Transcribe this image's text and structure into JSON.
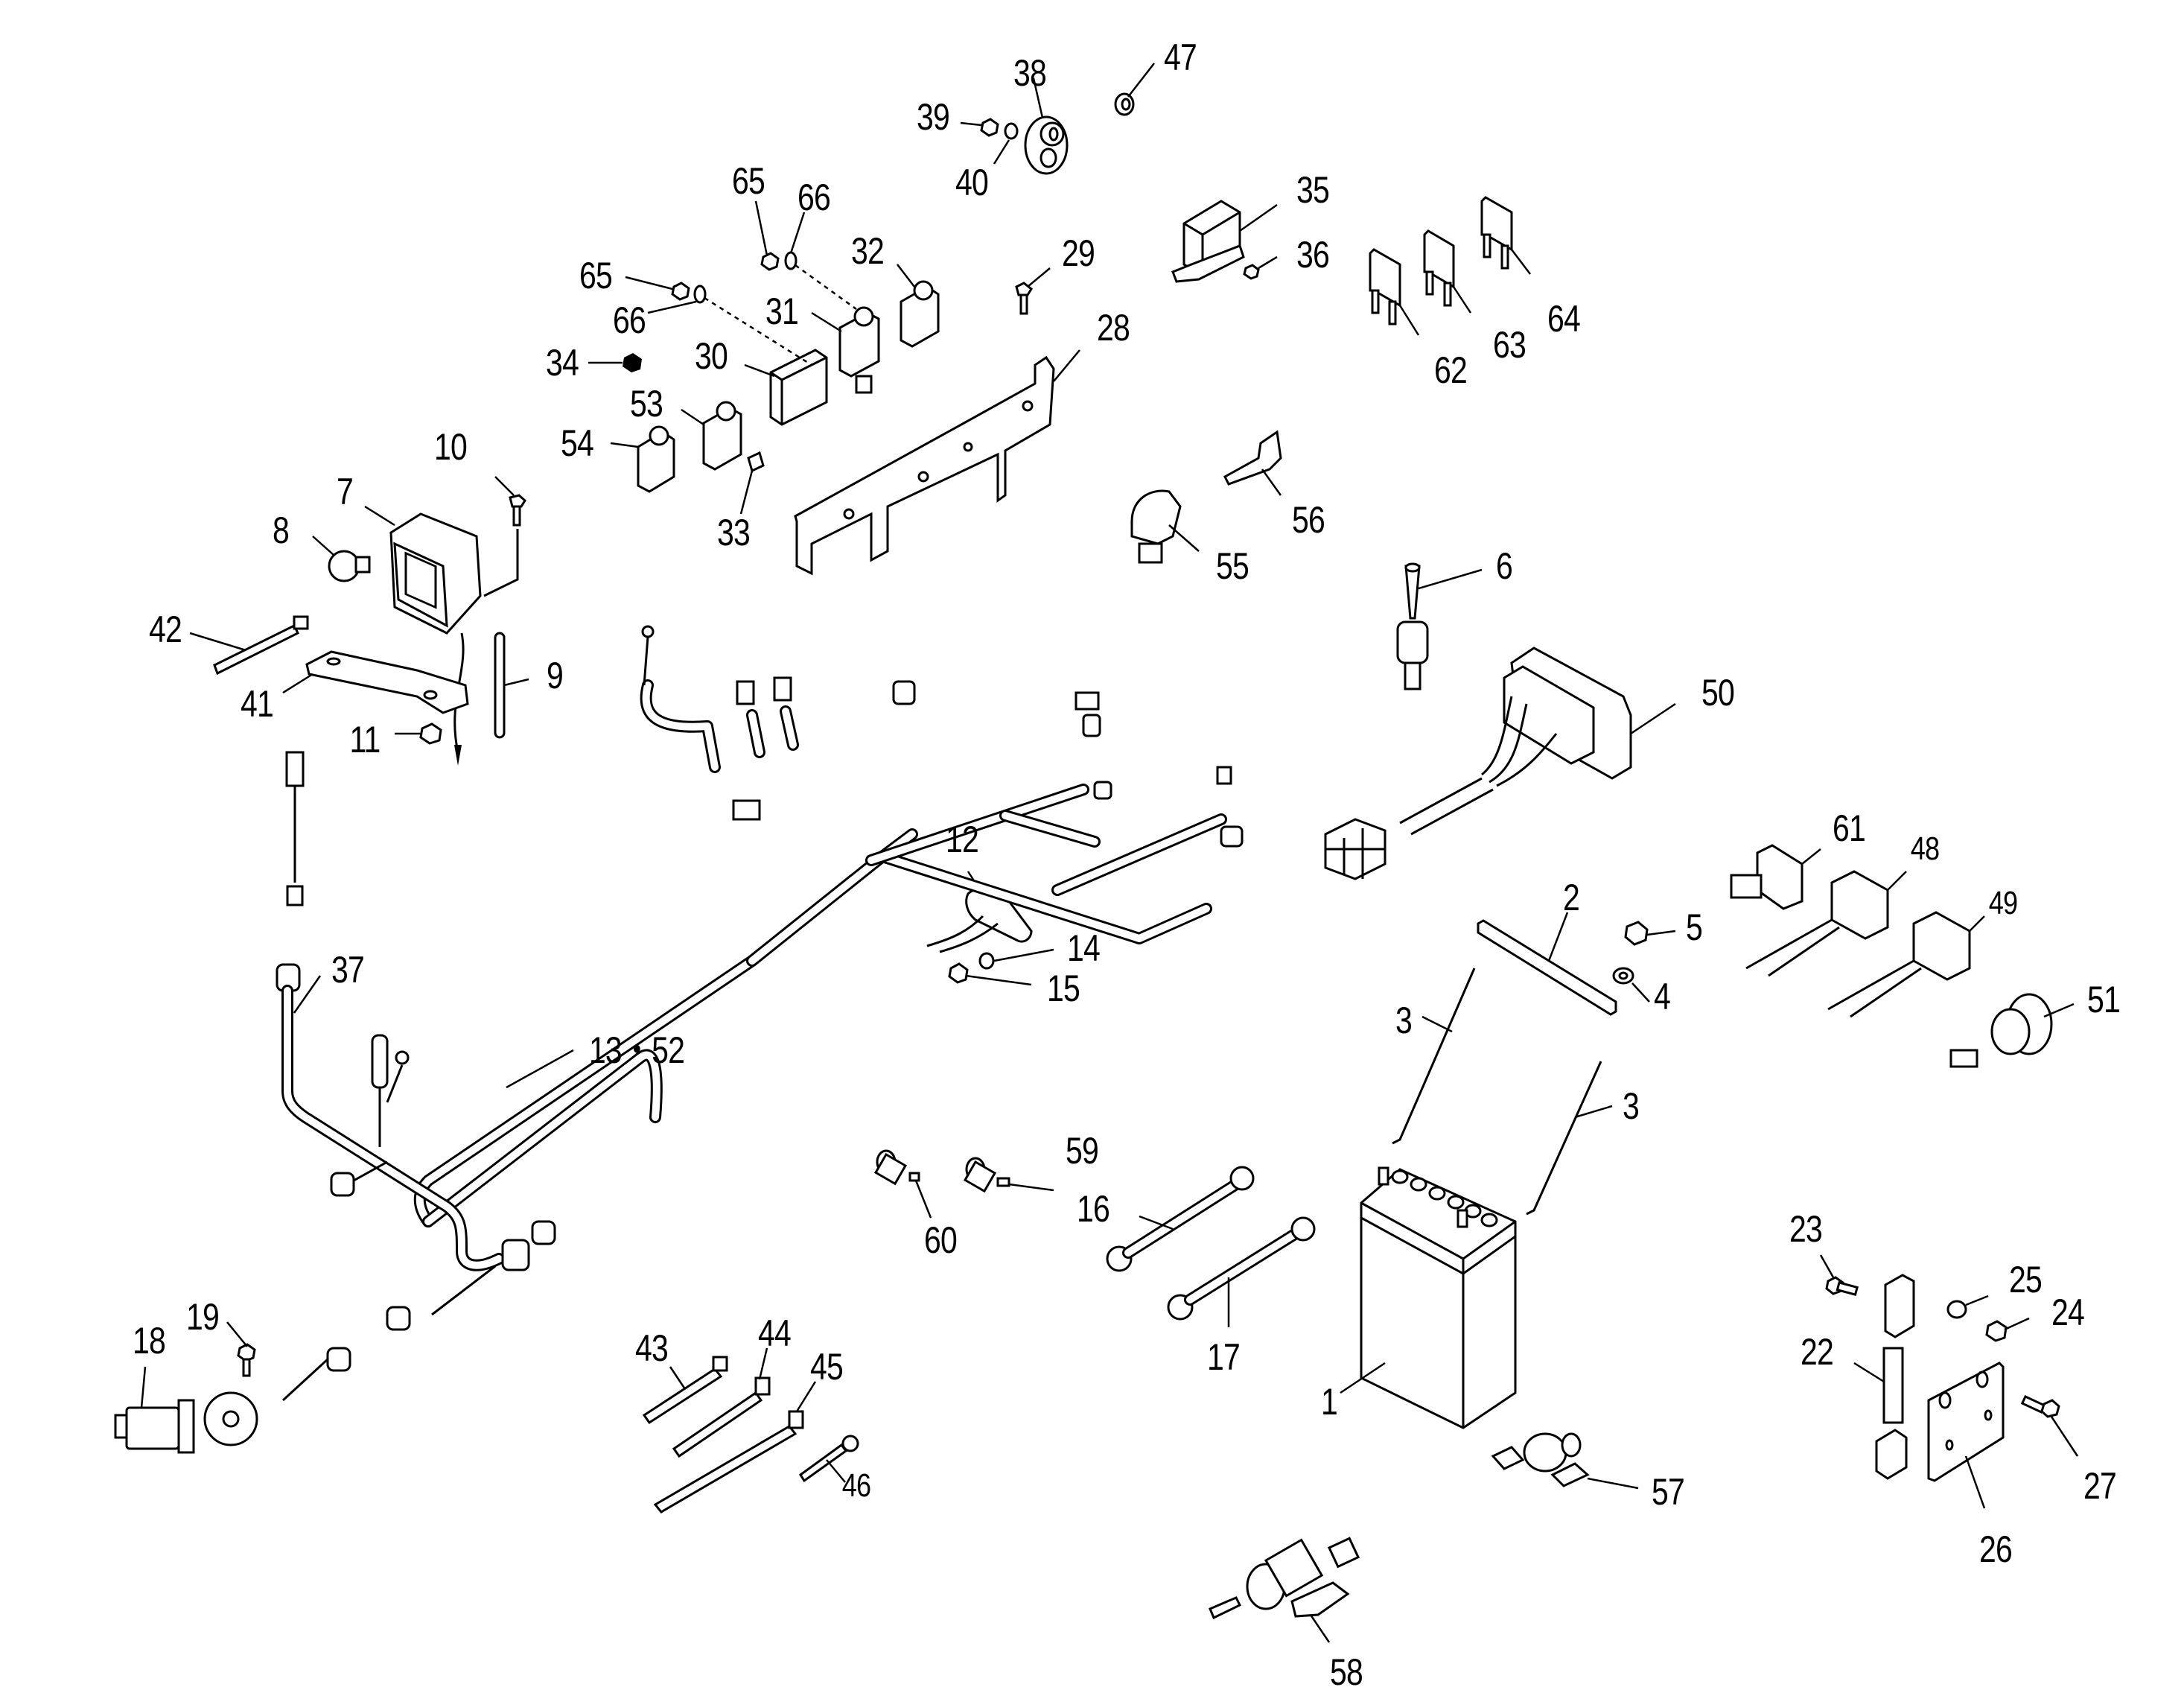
{
  "title": "Electrical components exploded parts diagram",
  "callouts": [
    {
      "id": "1",
      "label": "1"
    },
    {
      "id": "2",
      "label": "2"
    },
    {
      "id": "3a",
      "label": "3"
    },
    {
      "id": "3b",
      "label": "3"
    },
    {
      "id": "4",
      "label": "4"
    },
    {
      "id": "5",
      "label": "5"
    },
    {
      "id": "6",
      "label": "6"
    },
    {
      "id": "7",
      "label": "7"
    },
    {
      "id": "8",
      "label": "8"
    },
    {
      "id": "9",
      "label": "9"
    },
    {
      "id": "10",
      "label": "10"
    },
    {
      "id": "11",
      "label": "11"
    },
    {
      "id": "12",
      "label": "12"
    },
    {
      "id": "13-52",
      "label": "13・52"
    },
    {
      "id": "14",
      "label": "14"
    },
    {
      "id": "15",
      "label": "15"
    },
    {
      "id": "16",
      "label": "16"
    },
    {
      "id": "17",
      "label": "17"
    },
    {
      "id": "18",
      "label": "18"
    },
    {
      "id": "19",
      "label": "19"
    },
    {
      "id": "22",
      "label": "22"
    },
    {
      "id": "23",
      "label": "23"
    },
    {
      "id": "24",
      "label": "24"
    },
    {
      "id": "25",
      "label": "25"
    },
    {
      "id": "26",
      "label": "26"
    },
    {
      "id": "27",
      "label": "27"
    },
    {
      "id": "28",
      "label": "28"
    },
    {
      "id": "29",
      "label": "29"
    },
    {
      "id": "30",
      "label": "30"
    },
    {
      "id": "31",
      "label": "31"
    },
    {
      "id": "32",
      "label": "32"
    },
    {
      "id": "33",
      "label": "33"
    },
    {
      "id": "34",
      "label": "34"
    },
    {
      "id": "35",
      "label": "35"
    },
    {
      "id": "36",
      "label": "36"
    },
    {
      "id": "37",
      "label": "37"
    },
    {
      "id": "38",
      "label": "38"
    },
    {
      "id": "39",
      "label": "39"
    },
    {
      "id": "40",
      "label": "40"
    },
    {
      "id": "41",
      "label": "41"
    },
    {
      "id": "42",
      "label": "42"
    },
    {
      "id": "43",
      "label": "43"
    },
    {
      "id": "44",
      "label": "44"
    },
    {
      "id": "45",
      "label": "45"
    },
    {
      "id": "46",
      "label": "46"
    },
    {
      "id": "47",
      "label": "47"
    },
    {
      "id": "48",
      "label": "48"
    },
    {
      "id": "49",
      "label": "49"
    },
    {
      "id": "50",
      "label": "50"
    },
    {
      "id": "51",
      "label": "51"
    },
    {
      "id": "53",
      "label": "53"
    },
    {
      "id": "54",
      "label": "54"
    },
    {
      "id": "55",
      "label": "55"
    },
    {
      "id": "56",
      "label": "56"
    },
    {
      "id": "57",
      "label": "57"
    },
    {
      "id": "58",
      "label": "58"
    },
    {
      "id": "59",
      "label": "59"
    },
    {
      "id": "60",
      "label": "60"
    },
    {
      "id": "61",
      "label": "61"
    },
    {
      "id": "62",
      "label": "62"
    },
    {
      "id": "63",
      "label": "63"
    },
    {
      "id": "64",
      "label": "64"
    },
    {
      "id": "65a",
      "label": "65"
    },
    {
      "id": "65b",
      "label": "65"
    },
    {
      "id": "66a",
      "label": "66"
    },
    {
      "id": "66b",
      "label": "66"
    }
  ],
  "parts": [
    {
      "id": "1",
      "name": "battery"
    },
    {
      "id": "2",
      "name": "battery-clamp-bar"
    },
    {
      "id": "3",
      "name": "battery-hold-down-rod"
    },
    {
      "id": "4",
      "name": "washer"
    },
    {
      "id": "5",
      "name": "nut"
    },
    {
      "id": "6",
      "name": "toggle-switch"
    },
    {
      "id": "7",
      "name": "work-lamp"
    },
    {
      "id": "8",
      "name": "bulb"
    },
    {
      "id": "9",
      "name": "tube"
    },
    {
      "id": "10",
      "name": "bolt"
    },
    {
      "id": "11",
      "name": "nut"
    },
    {
      "id": "12",
      "name": "sender-unit"
    },
    {
      "id": "13-52",
      "name": "wire-harness"
    },
    {
      "id": "14",
      "name": "washer"
    },
    {
      "id": "15",
      "name": "nut"
    },
    {
      "id": "16",
      "name": "battery-cable"
    },
    {
      "id": "17",
      "name": "battery-cable"
    },
    {
      "id": "18",
      "name": "motor"
    },
    {
      "id": "19",
      "name": "bolt"
    },
    {
      "id": "22",
      "name": "micro-switch"
    },
    {
      "id": "23",
      "name": "bolt"
    },
    {
      "id": "24",
      "name": "nut"
    },
    {
      "id": "25",
      "name": "washer"
    },
    {
      "id": "26",
      "name": "plate"
    },
    {
      "id": "27",
      "name": "bolt"
    },
    {
      "id": "28",
      "name": "mounting-bracket"
    },
    {
      "id": "29",
      "name": "bolt"
    },
    {
      "id": "30",
      "name": "relay"
    },
    {
      "id": "31",
      "name": "relay"
    },
    {
      "id": "32",
      "name": "relay"
    },
    {
      "id": "33",
      "name": "fuse"
    },
    {
      "id": "34",
      "name": "nut"
    },
    {
      "id": "35",
      "name": "flasher-unit"
    },
    {
      "id": "36",
      "name": "nut"
    },
    {
      "id": "37",
      "name": "sub-harness"
    },
    {
      "id": "38",
      "name": "horn"
    },
    {
      "id": "39",
      "name": "nut"
    },
    {
      "id": "40",
      "name": "washer"
    },
    {
      "id": "41",
      "name": "lamp-stay"
    },
    {
      "id": "42",
      "name": "cable-tie"
    },
    {
      "id": "43",
      "name": "cable-tie"
    },
    {
      "id": "44",
      "name": "cable-tie"
    },
    {
      "id": "45",
      "name": "cable-tie"
    },
    {
      "id": "46",
      "name": "clamp"
    },
    {
      "id": "47",
      "name": "grommet"
    },
    {
      "id": "48",
      "name": "switch"
    },
    {
      "id": "49",
      "name": "switch"
    },
    {
      "id": "50",
      "name": "combination-switch"
    },
    {
      "id": "51",
      "name": "gauge"
    },
    {
      "id": "53",
      "name": "relay"
    },
    {
      "id": "54",
      "name": "relay"
    },
    {
      "id": "55",
      "name": "key-switch"
    },
    {
      "id": "56",
      "name": "key"
    },
    {
      "id": "57",
      "name": "solenoid"
    },
    {
      "id": "58",
      "name": "stop-solenoid"
    },
    {
      "id": "59",
      "name": "pressure-switch"
    },
    {
      "id": "60",
      "name": "thermo-switch"
    },
    {
      "id": "61",
      "name": "connector-cap"
    },
    {
      "id": "62",
      "name": "fuse"
    },
    {
      "id": "63",
      "name": "fuse"
    },
    {
      "id": "64",
      "name": "fuse"
    },
    {
      "id": "65",
      "name": "nut"
    },
    {
      "id": "66",
      "name": "washer"
    }
  ]
}
